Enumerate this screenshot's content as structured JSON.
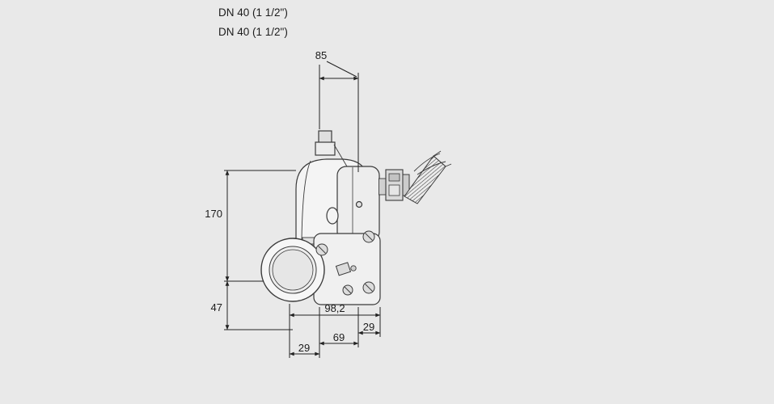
{
  "canvas": {
    "background": "#e9e9e9",
    "outline_color": "#3a3a3a",
    "dimension_line_color": "#222222",
    "figure": "gas-valve-dimension-drawing"
  },
  "labels": {
    "dn_line_1": "DN 40 (1 1/2\")",
    "dn_line_2": "DN 40 (1 1/2\")"
  },
  "dimensions": {
    "top_width": "85",
    "left_upper_height": "170",
    "left_lower_height": "47",
    "bottom_total_width": "98,2",
    "bottom_right_width": "29",
    "bottom_center_width": "69",
    "bottom_left_width": "29"
  }
}
